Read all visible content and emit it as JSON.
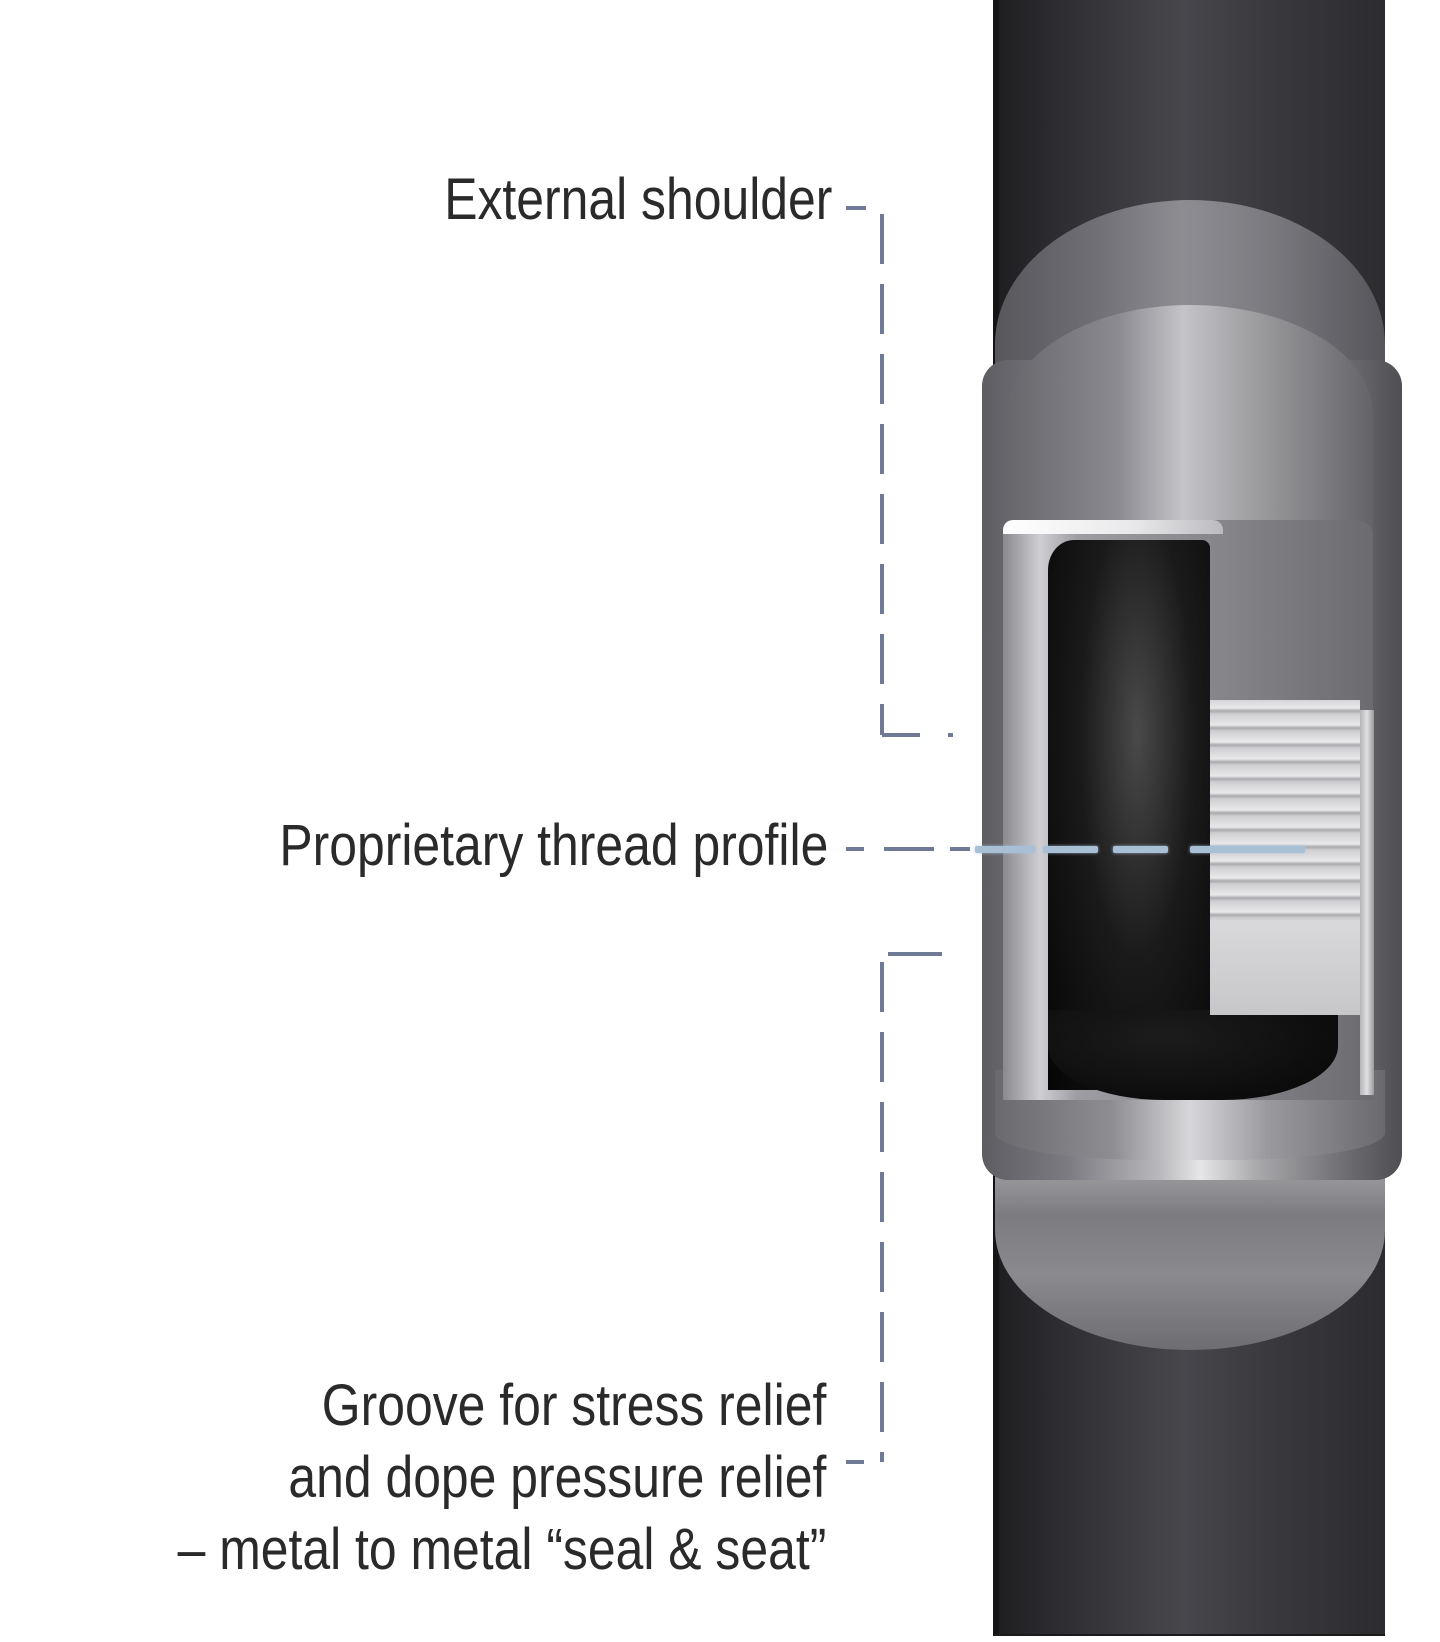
{
  "diagram": {
    "subject": "Pipe connection cutaway",
    "colors": {
      "leader_line": "#6e7a96",
      "label_text": "#2a2a2a",
      "pipe_dark": "#2f2f33",
      "coupling_highlight": "#e6e6e8",
      "thread_leader_highlight": "#a9bfd6"
    },
    "labels": [
      {
        "id": "external-shoulder",
        "lines": [
          "External shoulder"
        ]
      },
      {
        "id": "thread-profile",
        "lines": [
          "Proprietary thread profile"
        ]
      },
      {
        "id": "groove",
        "lines": [
          "Groove for stress relief",
          "and dope pressure relief",
          "– metal to metal “seal & seat”"
        ]
      }
    ]
  }
}
